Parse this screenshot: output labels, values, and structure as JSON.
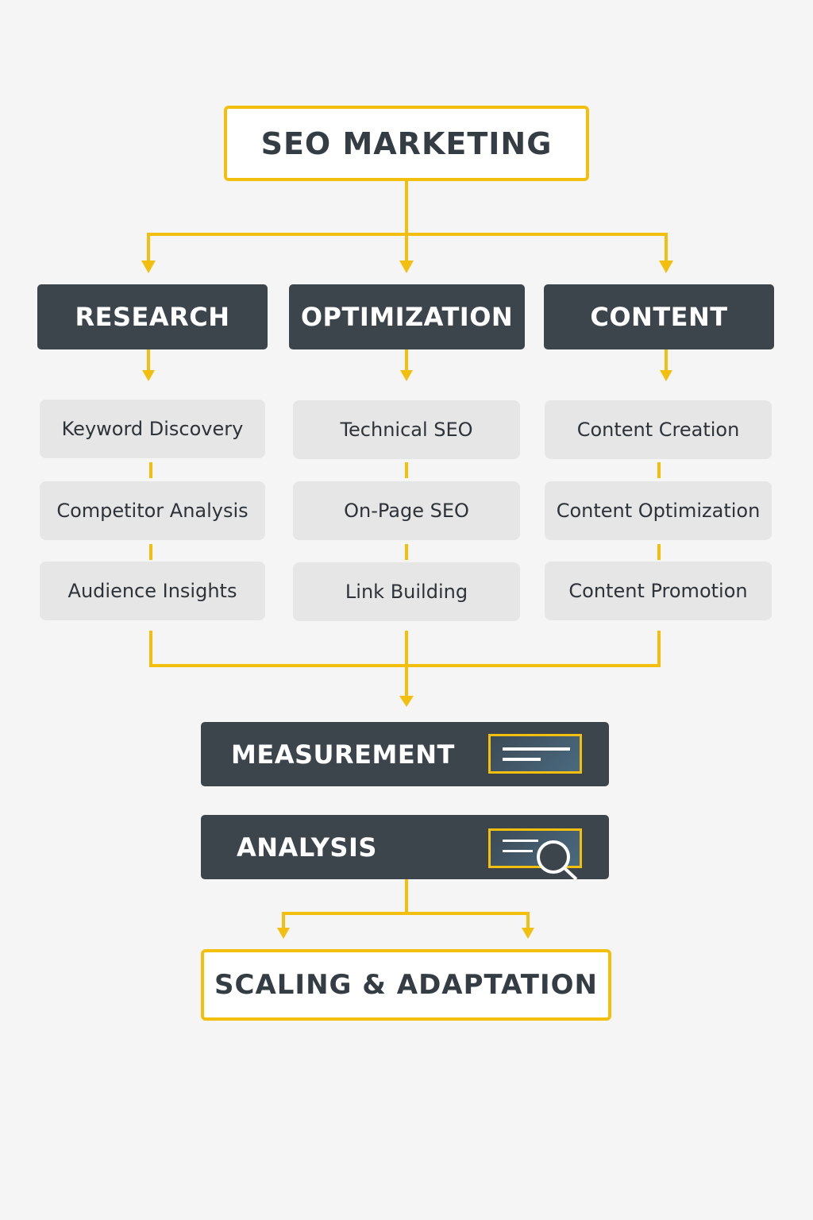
{
  "title": "SEO MARKETING",
  "columns": [
    {
      "heading": "RESEARCH",
      "items": [
        "Keyword Discovery",
        "Competitor Analysis",
        "Audience Insights"
      ]
    },
    {
      "heading": "OPTIMIZATION",
      "items": [
        "Technical SEO",
        "On-Page SEO",
        "Link Building"
      ]
    },
    {
      "heading": "CONTENT",
      "items": [
        "Content Creation",
        "Content Optimization",
        "Content Promotion"
      ]
    }
  ],
  "measurement": "MEASUREMENT",
  "analysis": "ANALYSIS",
  "final": "SCALING & ADAPTATION",
  "colors": {
    "accent": "#f2bf0f",
    "dark": "#3c444c",
    "item": "#e6e6e6"
  }
}
